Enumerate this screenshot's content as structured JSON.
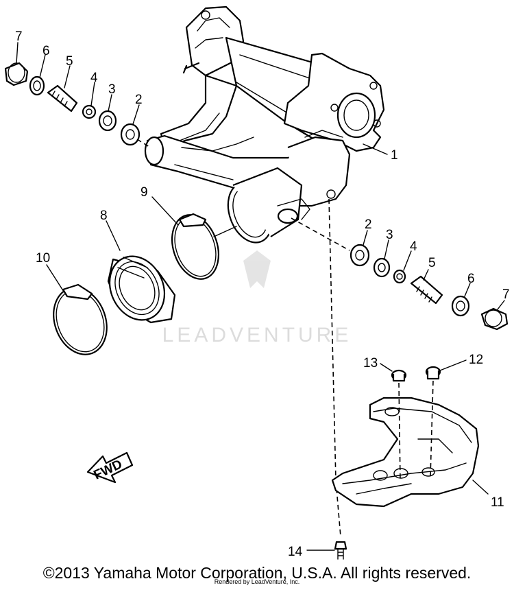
{
  "diagram": {
    "callouts": [
      {
        "id": "c7a",
        "text": "7"
      },
      {
        "id": "c6a",
        "text": "6"
      },
      {
        "id": "c5a",
        "text": "5"
      },
      {
        "id": "c4a",
        "text": "4"
      },
      {
        "id": "c3a",
        "text": "3"
      },
      {
        "id": "c2a",
        "text": "2"
      },
      {
        "id": "c1",
        "text": "1"
      },
      {
        "id": "c9",
        "text": "9"
      },
      {
        "id": "c8",
        "text": "8"
      },
      {
        "id": "c10",
        "text": "10"
      },
      {
        "id": "c2b",
        "text": "2"
      },
      {
        "id": "c3b",
        "text": "3"
      },
      {
        "id": "c4b",
        "text": "4"
      },
      {
        "id": "c5b",
        "text": "5"
      },
      {
        "id": "c6b",
        "text": "6"
      },
      {
        "id": "c7b",
        "text": "7"
      },
      {
        "id": "c13",
        "text": "13"
      },
      {
        "id": "c12",
        "text": "12"
      },
      {
        "id": "c11",
        "text": "11"
      },
      {
        "id": "c14",
        "text": "14"
      }
    ],
    "fwd_label": "FWD",
    "watermark": "LEADVENTURE"
  },
  "footer": {
    "copyright": "©2013 Yamaha Motor Corporation, U.S.A. All rights reserved.",
    "rendered_by": "Rendered by LeadVenture, Inc."
  }
}
